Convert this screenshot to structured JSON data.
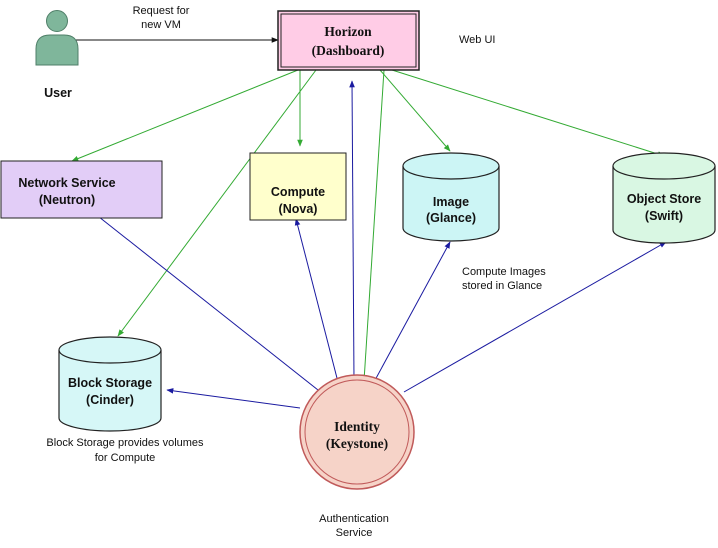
{
  "colors": {
    "green_edge": "#33aa33",
    "blue_edge": "#1a1aa0",
    "black_edge": "#111111",
    "horizon_fill": "#ffcce6",
    "network_fill": "#e2cdf7",
    "compute_fill": "#ffffcc",
    "image_fill": "#ccf5f5",
    "object_fill": "#d9f7e3",
    "block_fill": "#d6f7f7",
    "identity_fill": "#f6d3c8",
    "identity_stroke": "#c05a5a",
    "user_fill": "#7fb69b"
  },
  "user": {
    "label": "User",
    "icon": "person-icon"
  },
  "request": {
    "line1": "Request for",
    "line2": "new VM"
  },
  "horizon": {
    "line1": "Horizon",
    "line2": "(Dashboard)"
  },
  "web_ui": "Web UI",
  "network": {
    "line1": "Network Service",
    "line2": "(Neutron)"
  },
  "compute": {
    "line1": "Compute",
    "line2": "(Nova)"
  },
  "image": {
    "line1": "Image",
    "line2": "(Glance)"
  },
  "object_store": {
    "line1": "Object Store",
    "line2": "(Swift)"
  },
  "block_storage": {
    "line1": "Block Storage",
    "line2": "(Cinder)"
  },
  "identity": {
    "line1": "Identity",
    "line2": "(Keystone)"
  },
  "notes": {
    "compute_images": {
      "line1": "Compute Images",
      "line2": "stored in Glance"
    },
    "block_volumes": {
      "line1": "Block Storage provides volumes",
      "line2": "for Compute"
    },
    "auth": {
      "line1": "Authentication",
      "line2": "Service"
    }
  }
}
